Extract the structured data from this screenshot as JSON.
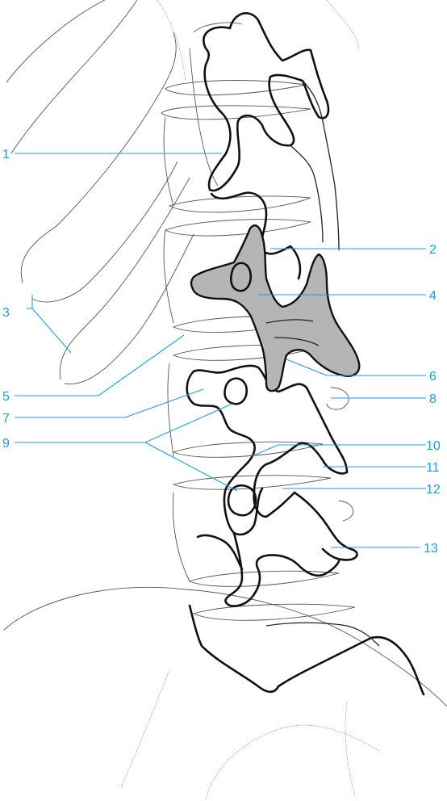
{
  "colors": {
    "label": "#1aa0d8",
    "outline": "#111111",
    "shaded_vertebra": "#b5b5b5",
    "background": "#ffffff"
  },
  "labels": {
    "l1": "1",
    "l2": "2",
    "l3": "3",
    "l4": "4",
    "l5": "5",
    "l6": "6",
    "l7": "7",
    "l8": "8",
    "l9": "9",
    "l10": "10",
    "l11": "11",
    "l12": "12",
    "l13": "13"
  }
}
